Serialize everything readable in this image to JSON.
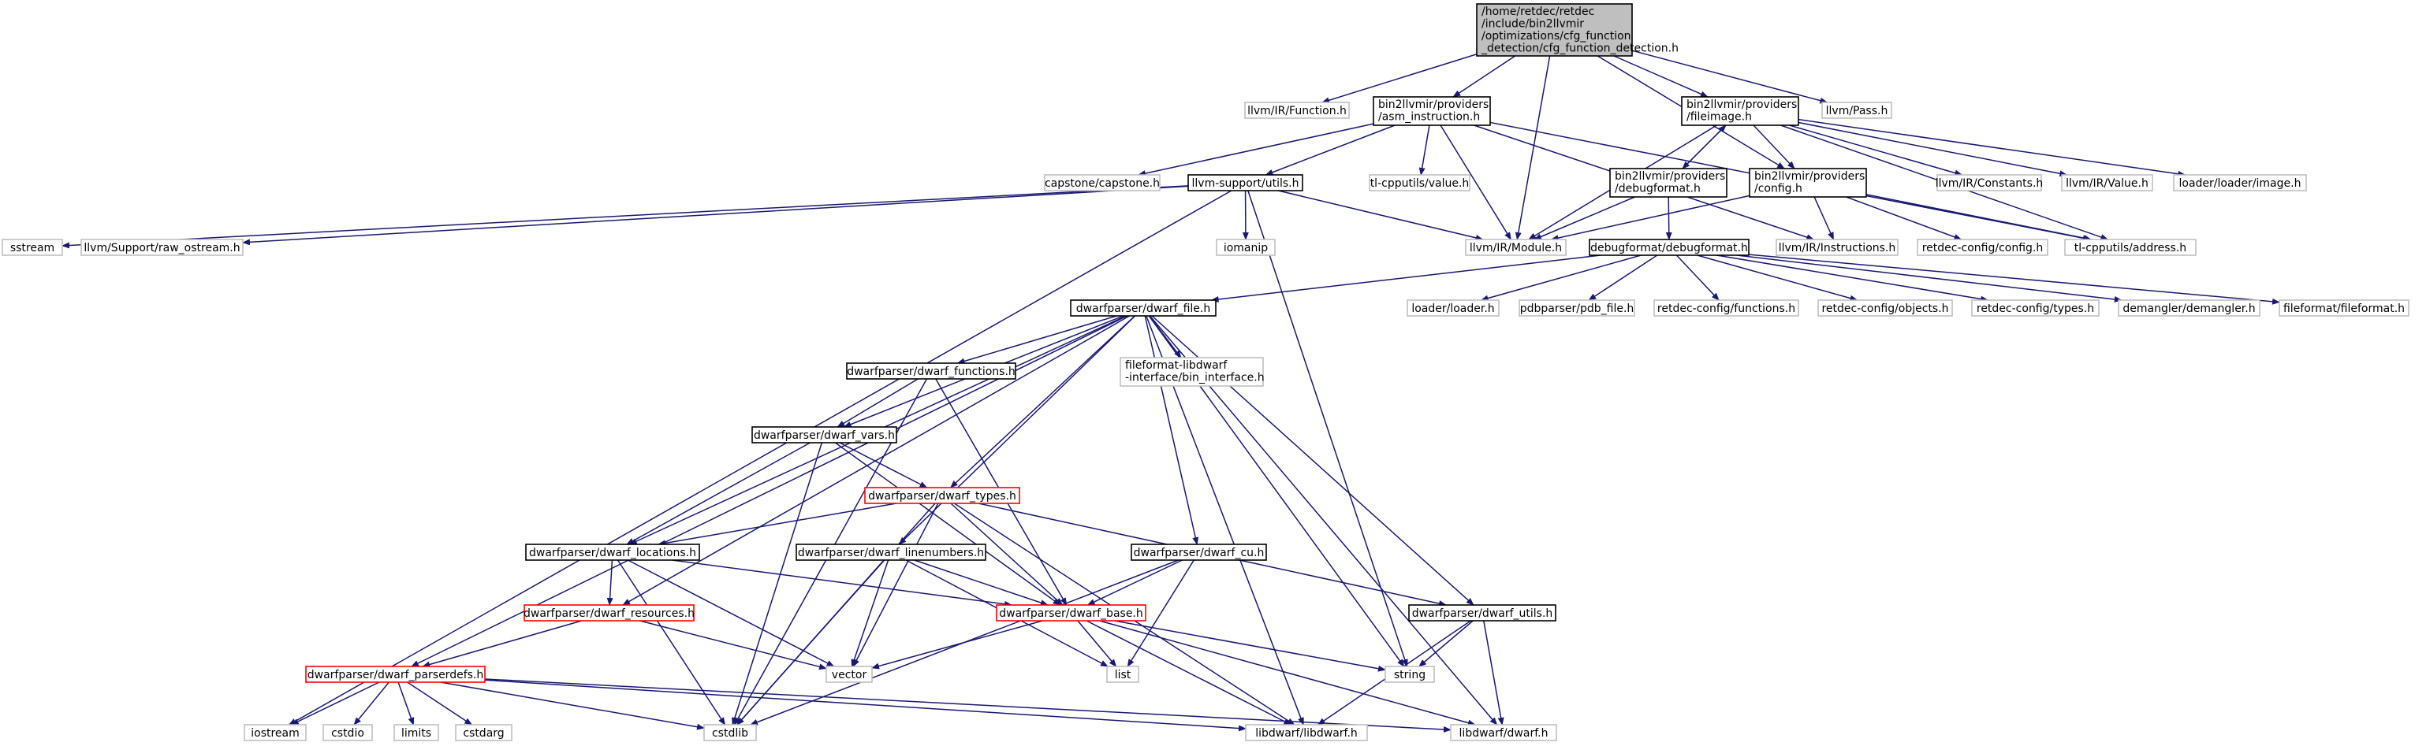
{
  "colors": {
    "edge": "#191970",
    "box_normal": "#000000",
    "box_external": "#bfbfbf",
    "box_incomplete": "#ff0000",
    "root_fill": "#bfbfbf",
    "background": "#ffffff"
  },
  "nodes": [
    {
      "id": "root",
      "kind": "root",
      "lines": [
        "/home/retdec/retdec",
        "/include/bin2llvmir",
        "/optimizations/cfg_function",
        "_detection/cfg_function_detection.h"
      ]
    },
    {
      "id": "llvm_function",
      "kind": "external",
      "lines": [
        "llvm/IR/Function.h"
      ]
    },
    {
      "id": "asm_instruction",
      "kind": "normal",
      "lines": [
        "bin2llvmir/providers",
        "/asm_instruction.h"
      ]
    },
    {
      "id": "fileimage",
      "kind": "normal",
      "lines": [
        "bin2llvmir/providers",
        "/fileimage.h"
      ]
    },
    {
      "id": "llvm_pass",
      "kind": "external",
      "lines": [
        "llvm/Pass.h"
      ]
    },
    {
      "id": "capstone",
      "kind": "external",
      "lines": [
        "capstone/capstone.h"
      ]
    },
    {
      "id": "llvm_support_utils",
      "kind": "normal",
      "lines": [
        "llvm-support/utils.h"
      ]
    },
    {
      "id": "tl_value",
      "kind": "external",
      "lines": [
        "tl-cpputils/value.h"
      ]
    },
    {
      "id": "debugformat_provider",
      "kind": "normal",
      "lines": [
        "bin2llvmir/providers",
        "/debugformat.h"
      ]
    },
    {
      "id": "config_provider",
      "kind": "normal",
      "lines": [
        "bin2llvmir/providers",
        "/config.h"
      ]
    },
    {
      "id": "llvm_constants",
      "kind": "external",
      "lines": [
        "llvm/IR/Constants.h"
      ]
    },
    {
      "id": "llvm_value",
      "kind": "external",
      "lines": [
        "llvm/IR/Value.h"
      ]
    },
    {
      "id": "loader_image",
      "kind": "external",
      "lines": [
        "loader/loader/image.h"
      ]
    },
    {
      "id": "sstream",
      "kind": "external",
      "lines": [
        "sstream"
      ]
    },
    {
      "id": "raw_ostream",
      "kind": "external",
      "lines": [
        "llvm/Support/raw_ostream.h"
      ]
    },
    {
      "id": "iomanip",
      "kind": "external",
      "lines": [
        "iomanip"
      ]
    },
    {
      "id": "llvm_module",
      "kind": "external",
      "lines": [
        "llvm/IR/Module.h"
      ]
    },
    {
      "id": "debugformat",
      "kind": "normal",
      "lines": [
        "debugformat/debugformat.h"
      ]
    },
    {
      "id": "llvm_instructions",
      "kind": "external",
      "lines": [
        "llvm/IR/Instructions.h"
      ]
    },
    {
      "id": "retdec_config",
      "kind": "external",
      "lines": [
        "retdec-config/config.h"
      ]
    },
    {
      "id": "tl_address",
      "kind": "external",
      "lines": [
        "tl-cpputils/address.h"
      ]
    },
    {
      "id": "dwarf_file",
      "kind": "normal",
      "lines": [
        "dwarfparser/dwarf_file.h"
      ]
    },
    {
      "id": "loader_loader",
      "kind": "external",
      "lines": [
        "loader/loader.h"
      ]
    },
    {
      "id": "pdb_file",
      "kind": "external",
      "lines": [
        "pdbparser/pdb_file.h"
      ]
    },
    {
      "id": "rc_functions",
      "kind": "external",
      "lines": [
        "retdec-config/functions.h"
      ]
    },
    {
      "id": "rc_objects",
      "kind": "external",
      "lines": [
        "retdec-config/objects.h"
      ]
    },
    {
      "id": "rc_types",
      "kind": "external",
      "lines": [
        "retdec-config/types.h"
      ]
    },
    {
      "id": "demangler",
      "kind": "external",
      "lines": [
        "demangler/demangler.h"
      ]
    },
    {
      "id": "fileformat",
      "kind": "external",
      "lines": [
        "fileformat/fileformat.h"
      ]
    },
    {
      "id": "dwarf_functions",
      "kind": "normal",
      "lines": [
        "dwarfparser/dwarf_functions.h"
      ]
    },
    {
      "id": "bin_interface",
      "kind": "external",
      "lines": [
        "fileformat-libdwarf",
        "-interface/bin_interface.h"
      ]
    },
    {
      "id": "dwarf_vars",
      "kind": "normal",
      "lines": [
        "dwarfparser/dwarf_vars.h"
      ]
    },
    {
      "id": "dwarf_types",
      "kind": "incomplete",
      "lines": [
        "dwarfparser/dwarf_types.h"
      ]
    },
    {
      "id": "dwarf_locations",
      "kind": "normal",
      "lines": [
        "dwarfparser/dwarf_locations.h"
      ]
    },
    {
      "id": "dwarf_linenumbers",
      "kind": "normal",
      "lines": [
        "dwarfparser/dwarf_linenumbers.h"
      ]
    },
    {
      "id": "dwarf_cu",
      "kind": "normal",
      "lines": [
        "dwarfparser/dwarf_cu.h"
      ]
    },
    {
      "id": "dwarf_resources",
      "kind": "incomplete",
      "lines": [
        "dwarfparser/dwarf_resources.h"
      ]
    },
    {
      "id": "dwarf_base",
      "kind": "incomplete",
      "lines": [
        "dwarfparser/dwarf_base.h"
      ]
    },
    {
      "id": "dwarf_utils",
      "kind": "normal",
      "lines": [
        "dwarfparser/dwarf_utils.h"
      ]
    },
    {
      "id": "dwarf_parserdefs",
      "kind": "incomplete",
      "lines": [
        "dwarfparser/dwarf_parserdefs.h"
      ]
    },
    {
      "id": "vector",
      "kind": "external",
      "lines": [
        "vector"
      ]
    },
    {
      "id": "list",
      "kind": "external",
      "lines": [
        "list"
      ]
    },
    {
      "id": "string",
      "kind": "external",
      "lines": [
        "string"
      ]
    },
    {
      "id": "iostream",
      "kind": "external",
      "lines": [
        "iostream"
      ]
    },
    {
      "id": "cstdio",
      "kind": "external",
      "lines": [
        "cstdio"
      ]
    },
    {
      "id": "limits",
      "kind": "external",
      "lines": [
        "limits"
      ]
    },
    {
      "id": "cstdarg",
      "kind": "external",
      "lines": [
        "cstdarg"
      ]
    },
    {
      "id": "cstdlib",
      "kind": "external",
      "lines": [
        "cstdlib"
      ]
    },
    {
      "id": "libdwarf_libdwarf",
      "kind": "external",
      "lines": [
        "libdwarf/libdwarf.h"
      ]
    },
    {
      "id": "libdwarf_dwarf",
      "kind": "external",
      "lines": [
        "libdwarf/dwarf.h"
      ]
    }
  ],
  "edges": [
    [
      "root",
      "llvm_function"
    ],
    [
      "root",
      "asm_instruction"
    ],
    [
      "root",
      "fileimage"
    ],
    [
      "root",
      "llvm_pass"
    ],
    [
      "root",
      "llvm_module"
    ],
    [
      "root",
      "config_provider"
    ],
    [
      "asm_instruction",
      "capstone"
    ],
    [
      "asm_instruction",
      "llvm_support_utils"
    ],
    [
      "asm_instruction",
      "tl_value"
    ],
    [
      "asm_instruction",
      "llvm_module"
    ],
    [
      "asm_instruction",
      "llvm_instructions"
    ],
    [
      "asm_instruction",
      "tl_address"
    ],
    [
      "fileimage",
      "debugformat_provider"
    ],
    [
      "fileimage",
      "config_provider"
    ],
    [
      "fileimage",
      "llvm_constants"
    ],
    [
      "fileimage",
      "llvm_value"
    ],
    [
      "fileimage",
      "loader_image"
    ],
    [
      "fileimage",
      "llvm_module"
    ],
    [
      "fileimage",
      "tl_address"
    ],
    [
      "debugformat_provider",
      "fileimage"
    ],
    [
      "debugformat_provider",
      "debugformat"
    ],
    [
      "debugformat_provider",
      "llvm_module"
    ],
    [
      "config_provider",
      "llvm_module"
    ],
    [
      "config_provider",
      "llvm_instructions"
    ],
    [
      "config_provider",
      "retdec_config"
    ],
    [
      "config_provider",
      "tl_address"
    ],
    [
      "llvm_support_utils",
      "sstream"
    ],
    [
      "llvm_support_utils",
      "raw_ostream"
    ],
    [
      "llvm_support_utils",
      "iomanip"
    ],
    [
      "llvm_support_utils",
      "llvm_module"
    ],
    [
      "llvm_support_utils",
      "iostream"
    ],
    [
      "llvm_support_utils",
      "string"
    ],
    [
      "debugformat",
      "dwarf_file"
    ],
    [
      "debugformat",
      "loader_loader"
    ],
    [
      "debugformat",
      "pdb_file"
    ],
    [
      "debugformat",
      "rc_functions"
    ],
    [
      "debugformat",
      "rc_objects"
    ],
    [
      "debugformat",
      "rc_types"
    ],
    [
      "debugformat",
      "demangler"
    ],
    [
      "debugformat",
      "fileformat"
    ],
    [
      "dwarf_file",
      "dwarf_functions"
    ],
    [
      "dwarf_file",
      "bin_interface"
    ],
    [
      "dwarf_file",
      "dwarf_vars"
    ],
    [
      "dwarf_file",
      "dwarf_types"
    ],
    [
      "dwarf_file",
      "dwarf_locations"
    ],
    [
      "dwarf_file",
      "dwarf_linenumbers"
    ],
    [
      "dwarf_file",
      "dwarf_cu"
    ],
    [
      "dwarf_file",
      "dwarf_resources"
    ],
    [
      "dwarf_file",
      "dwarf_utils"
    ],
    [
      "dwarf_file",
      "dwarf_parserdefs"
    ],
    [
      "dwarf_file",
      "string"
    ],
    [
      "dwarf_file",
      "libdwarf_libdwarf"
    ],
    [
      "dwarf_file",
      "libdwarf_dwarf"
    ],
    [
      "dwarf_functions",
      "dwarf_vars"
    ],
    [
      "dwarf_functions",
      "dwarf_base"
    ],
    [
      "dwarf_functions",
      "cstdlib"
    ],
    [
      "dwarf_vars",
      "dwarf_types"
    ],
    [
      "dwarf_vars",
      "dwarf_locations"
    ],
    [
      "dwarf_vars",
      "dwarf_base"
    ],
    [
      "dwarf_vars",
      "cstdlib"
    ],
    [
      "dwarf_types",
      "dwarf_locations"
    ],
    [
      "dwarf_types",
      "dwarf_base"
    ],
    [
      "dwarf_types",
      "dwarf_utils"
    ],
    [
      "dwarf_types",
      "vector"
    ],
    [
      "dwarf_types",
      "cstdlib"
    ],
    [
      "dwarf_types",
      "libdwarf_libdwarf"
    ],
    [
      "dwarf_locations",
      "dwarf_resources"
    ],
    [
      "dwarf_locations",
      "dwarf_base"
    ],
    [
      "dwarf_locations",
      "vector"
    ],
    [
      "dwarf_locations",
      "cstdlib"
    ],
    [
      "dwarf_linenumbers",
      "dwarf_base"
    ],
    [
      "dwarf_linenumbers",
      "vector"
    ],
    [
      "dwarf_linenumbers",
      "list"
    ],
    [
      "dwarf_linenumbers",
      "cstdlib"
    ],
    [
      "dwarf_cu",
      "dwarf_base"
    ],
    [
      "dwarf_cu",
      "list"
    ],
    [
      "dwarf_cu",
      "cstdlib"
    ],
    [
      "dwarf_resources",
      "dwarf_parserdefs"
    ],
    [
      "dwarf_resources",
      "vector"
    ],
    [
      "dwarf_base",
      "vector"
    ],
    [
      "dwarf_base",
      "list"
    ],
    [
      "dwarf_base",
      "string"
    ],
    [
      "dwarf_base",
      "libdwarf_libdwarf"
    ],
    [
      "dwarf_base",
      "libdwarf_dwarf"
    ],
    [
      "dwarf_utils",
      "string"
    ],
    [
      "dwarf_utils",
      "libdwarf_libdwarf"
    ],
    [
      "dwarf_utils",
      "libdwarf_dwarf"
    ],
    [
      "dwarf_parserdefs",
      "iostream"
    ],
    [
      "dwarf_parserdefs",
      "cstdio"
    ],
    [
      "dwarf_parserdefs",
      "limits"
    ],
    [
      "dwarf_parserdefs",
      "cstdarg"
    ],
    [
      "dwarf_parserdefs",
      "cstdlib"
    ],
    [
      "dwarf_parserdefs",
      "libdwarf_libdwarf"
    ],
    [
      "dwarf_parserdefs",
      "libdwarf_dwarf"
    ]
  ]
}
